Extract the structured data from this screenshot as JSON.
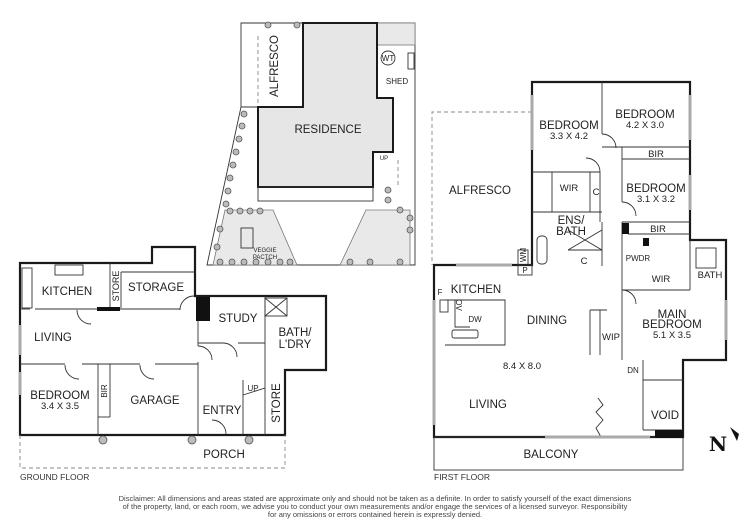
{
  "site_plan": {
    "alfresco": "ALFRESCO",
    "residence": "RESIDENCE",
    "wt": "WT",
    "shed": "SHED",
    "up": "UP",
    "veggie_1": "VEGGIE",
    "veggie_2": "PACTCH"
  },
  "ground_floor": {
    "title": "GROUND FLOOR",
    "rooms": {
      "kitchen": "KITCHEN",
      "store_1": "STORE",
      "storage": "STORAGE",
      "living": "LIVING",
      "bedroom": "BEDROOM",
      "bedroom_dim": "3.4 X 3.5",
      "bir": "BIR",
      "garage": "GARAGE",
      "study": "STUDY",
      "bath_1": "BATH/",
      "bath_2": "L'DRY",
      "up": "UP",
      "entry": "ENTRY",
      "store_2": "STORE",
      "porch": "PORCH"
    }
  },
  "first_floor": {
    "title": "FIRST FLOOR",
    "rooms": {
      "alfresco": "ALFRESCO",
      "bedroom_1": "BEDROOM",
      "bedroom_1_dim": "3.3 X 4.2",
      "bedroom_2": "BEDROOM",
      "bedroom_2_dim": "4.2 X 3.0",
      "bir_1": "BIR",
      "bedroom_3": "BEDROOM",
      "bedroom_3_dim": "3.1 X 3.2",
      "wir_1": "WIR",
      "c_1": "C",
      "ens_1": "ENS/",
      "ens_2": "BATH",
      "bir_2": "BIR",
      "c_2": "C",
      "wm": "WM",
      "p": "P",
      "pwdr": "PWDR",
      "wir_2": "WIR",
      "bath": "BATH",
      "f": "F",
      "kitchen": "KITCHEN",
      "ov": "OV",
      "dw": "DW",
      "dining": "DINING",
      "wip": "WIP",
      "main_1": "MAIN",
      "main_2": "BEDROOM",
      "main_dim": "5.1 X 3.5",
      "living_dim": "8.4 X 8.0",
      "dn": "DN",
      "living": "LIVING",
      "void": "VOID",
      "balcony": "BALCONY"
    }
  },
  "compass": {
    "label": "N"
  },
  "disclaimer": {
    "line_1": "Disclaimer: All dimensions and areas stated are approximate only and should not be taken as a definite. In order to satisfy yourself of the exact dimensions",
    "line_2": "of the property, land, or each room, we advise you to conduct your own measurements and/or engage the services of a licensed surveyor. Responsibility",
    "line_3": "for any omissions or errors contained herein is expressly denied."
  }
}
